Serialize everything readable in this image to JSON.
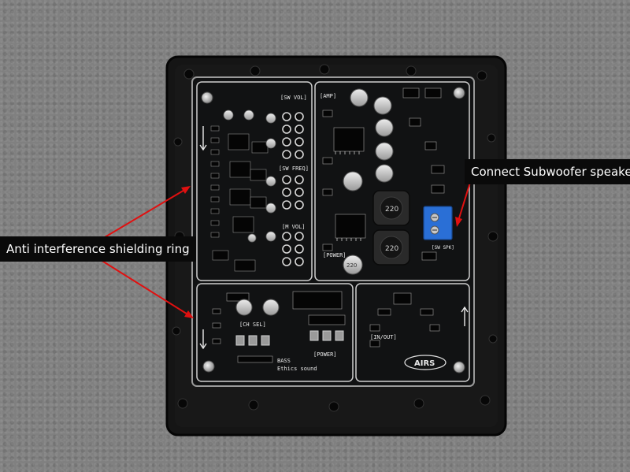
{
  "callouts": {
    "speaker": "Connect Subwoofer speaker",
    "shielding": "Anti interference shielding ring"
  },
  "board_labels": {
    "amp": "[AMP]",
    "sw_vol": "[SW VOL]",
    "sw_freq": "[SW FREQ]",
    "m_vol": "[M VOL]",
    "power_top": "[POWER]",
    "sw_spk": "[SW SPK]",
    "ch_sel": "[CH SEL]",
    "bass": "BASS",
    "ethics": "Ethics sound",
    "power_bottom": "[POWER]",
    "in_out": "[IN/OUT]",
    "logo": "AIRS",
    "inductor_1": "220",
    "inductor_2": "220",
    "cap_value": "220"
  },
  "colors": {
    "callout_bg": "#0a0a0a",
    "callout_text": "#ffffff",
    "arrow": "#e01010",
    "pcb": "#121314",
    "plate": "#141414",
    "terminal": "#2a6fd6"
  }
}
